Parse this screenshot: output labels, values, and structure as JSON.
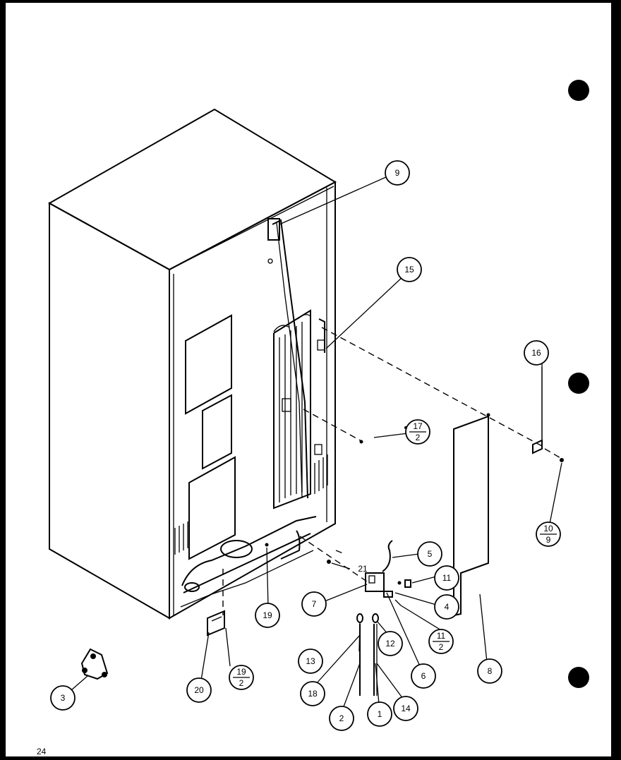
{
  "page_number": "24",
  "callouts": [
    "9",
    "15",
    "16",
    "5",
    "11",
    "7",
    "4",
    "19",
    "13",
    "12",
    "6",
    "8",
    "3",
    "20",
    "18",
    "2",
    "1",
    "14",
    "21"
  ],
  "fractions": [
    {
      "num": "17",
      "den": "2"
    },
    {
      "num": "10",
      "den": "9"
    },
    {
      "num": "11",
      "den": "2"
    },
    {
      "num": "19",
      "den": "2"
    }
  ]
}
